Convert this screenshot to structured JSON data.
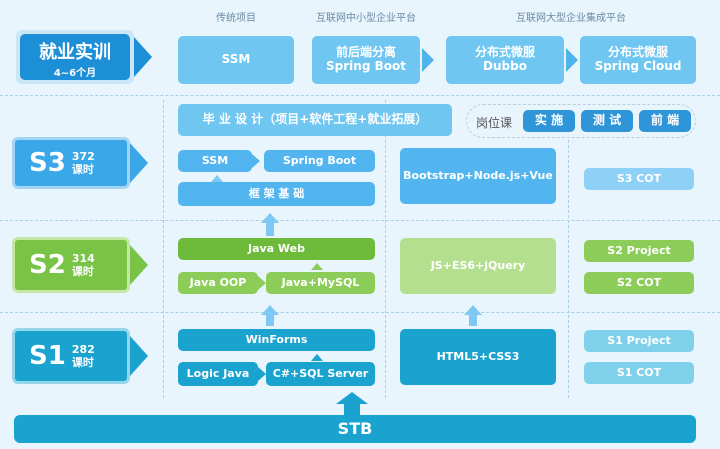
{
  "headers": {
    "traditional": "传统项目",
    "sme": "互联网中小型企业平台",
    "large": "互联网大型企业集成平台"
  },
  "career": {
    "title": "就业实训",
    "duration": "4~6个月"
  },
  "top_row": {
    "ssm": "SSM",
    "springboot_line1": "前后端分离",
    "springboot_line2": "Spring Boot",
    "dubbo_line1": "分布式微服",
    "dubbo_line2": "Dubbo",
    "cloud_line1": "分布式微服",
    "cloud_line2": "Spring Cloud"
  },
  "graduation": "毕 业 设 计（项目+软件工程+就业拓展）",
  "jobs": {
    "label": "岗位课",
    "items": [
      "实 施",
      "测 试",
      "前 端"
    ]
  },
  "stages": [
    {
      "name": "S3",
      "hours": "372",
      "unit": "课时"
    },
    {
      "name": "S2",
      "hours": "314",
      "unit": "课时"
    },
    {
      "name": "S1",
      "hours": "282",
      "unit": "课时"
    }
  ],
  "s3": {
    "ssm": "SSM",
    "springboot": "Spring Boot",
    "framework": "框 架 基 础",
    "frontend": "Bootstrap+Node.js+Vue",
    "cot": "S3 COT"
  },
  "s2": {
    "javaweb": "Java Web",
    "javaoop": "Java OOP",
    "javamysql": "Java+MySQL",
    "frontend": "JS+ES6+jQuery",
    "project": "S2 Project",
    "cot": "S2 COT"
  },
  "s1": {
    "winforms": "WinForms",
    "logicjava": "Logic Java",
    "csharp": "C#+SQL Server",
    "frontend": "HTML5+CSS3",
    "project": "S1 Project",
    "cot": "S1 COT"
  },
  "stb": "STB",
  "colors": {
    "s3": "#3aa7e8",
    "s2": "#79c447",
    "s1": "#1aa3cf",
    "career": "#1d8fd6"
  }
}
